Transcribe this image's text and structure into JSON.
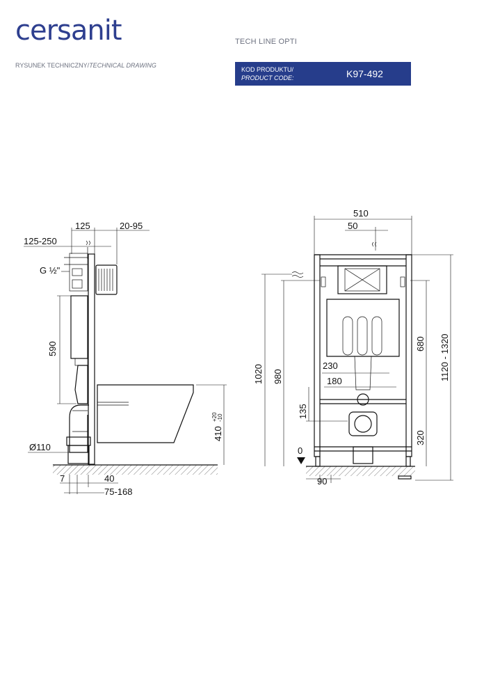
{
  "header": {
    "brand": "cersanit",
    "product_name": "TECH LINE OPTI",
    "drawing_label": "RYSUNEK TECHNICZNY/",
    "drawing_label_en": "TECHNICAL DRAWING",
    "code_label_pl": "KOD PRODUKTU/",
    "code_label_en": "PRODUCT CODE:",
    "code_value": "K97-492"
  },
  "side_view": {
    "dim_top_depth": "125",
    "dim_top_range": "20-95",
    "dim_supply": "125-250",
    "thread": "G ½\"",
    "dim_tank_height": "590",
    "dim_pipe": "Ø110",
    "dim_bottom_a": "7",
    "dim_bottom_b": "40",
    "dim_bottom_range": "75-168",
    "dim_bowl_height": "410",
    "dim_bowl_tol_plus": "+20",
    "dim_bowl_tol_minus": "-10"
  },
  "front_view": {
    "dim_width": "510",
    "dim_offset": "50",
    "dim_height_1020": "1020",
    "dim_height_980": "980",
    "dim_tank": "680",
    "dim_total": "1120 - 1320",
    "dim_230": "230",
    "dim_180": "180",
    "dim_135": "135",
    "dim_320": "320",
    "dim_zero": "0",
    "dim_90": "90"
  }
}
